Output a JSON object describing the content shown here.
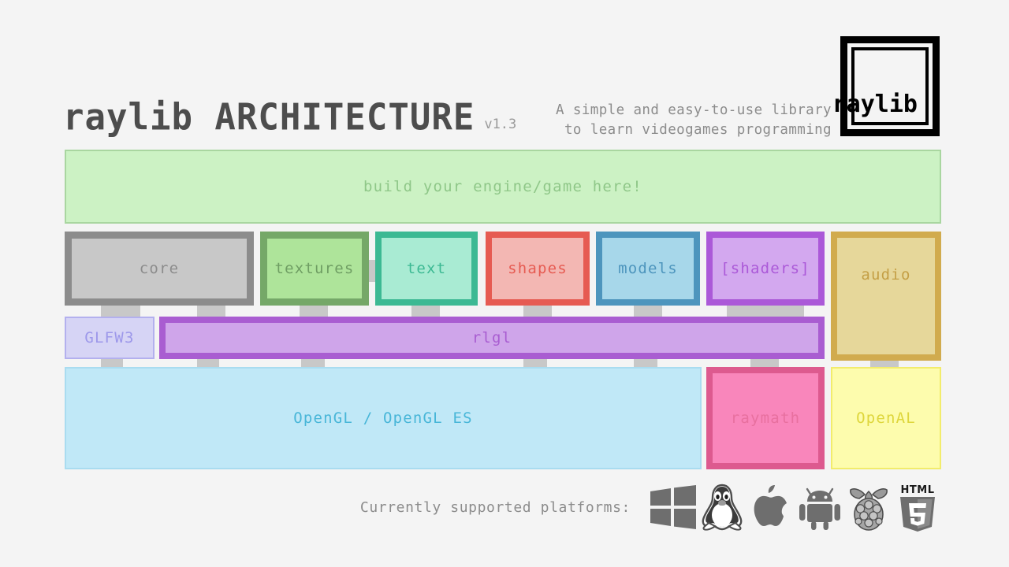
{
  "header": {
    "title": "raylib ARCHITECTURE",
    "version": "v1.3",
    "tagline_line1": "A simple and easy-to-use library",
    "tagline_line2": "to learn videogames programming",
    "logo_text": "raylib"
  },
  "user_layer": {
    "label": "build your engine/game here!",
    "fill": "#ccf2c4",
    "border": "#a9d6a0",
    "text_color": "#8fc788"
  },
  "modules": [
    {
      "name": "core",
      "label": "core",
      "fill": "#c8c8c8",
      "border": "#8c8c8c",
      "text_color": "#8c8c8c"
    },
    {
      "name": "textures",
      "label": "textures",
      "fill": "#aee49a",
      "border": "#75a868",
      "text_color": "#6f9e63"
    },
    {
      "name": "text",
      "label": "text",
      "fill": "#a9ebd3",
      "border": "#3cb993",
      "text_color": "#3cb993"
    },
    {
      "name": "shapes",
      "label": "shapes",
      "fill": "#f3b7b3",
      "border": "#e65b52",
      "text_color": "#e65b52"
    },
    {
      "name": "models",
      "label": "models",
      "fill": "#a7d7ea",
      "border": "#4d95bd",
      "text_color": "#4d95bd"
    },
    {
      "name": "shaders",
      "label": "[shaders]",
      "fill": "#d3a8ef",
      "border": "#ab59d8",
      "text_color": "#ab59d8"
    },
    {
      "name": "audio",
      "label": "audio",
      "fill": "#e6d79a",
      "border": "#d1ab4e",
      "text_color": "#c49f45"
    }
  ],
  "mid_layer": [
    {
      "name": "glfw3",
      "label": "GLFW3",
      "fill": "#d6d4f5",
      "border": "#b3b0ee",
      "text_color": "#9d98ea"
    },
    {
      "name": "rlgl",
      "label": "rlgl",
      "fill": "#cfa5ea",
      "border": "#a95dd1",
      "text_color": "#a95dd1"
    }
  ],
  "backend_layer": [
    {
      "name": "opengl",
      "label": "OpenGL / OpenGL ES",
      "fill": "#c0e8f7",
      "border": "#a9dcf0",
      "text_color": "#48b6d8"
    },
    {
      "name": "raymath",
      "label": "raymath",
      "fill": "#f986bb",
      "border": "#dd5a8f",
      "text_color": "#e8709f"
    },
    {
      "name": "openal",
      "label": "OpenAL",
      "fill": "#fdfcad",
      "border": "#f2ec6c",
      "text_color": "#ded63c"
    }
  ],
  "footer": {
    "label": "Currently supported platforms:",
    "platforms": [
      {
        "name": "windows-icon",
        "label": "Windows"
      },
      {
        "name": "linux-icon",
        "label": "Linux"
      },
      {
        "name": "apple-icon",
        "label": "macOS"
      },
      {
        "name": "android-icon",
        "label": "Android"
      },
      {
        "name": "raspberrypi-icon",
        "label": "Raspberry Pi"
      },
      {
        "name": "html5-icon",
        "label": "HTML5"
      }
    ],
    "html5_text": "HTML",
    "html5_digit": "5"
  },
  "colors": {
    "background": "#f4f4f4",
    "connector": "#c8c8c8",
    "title": "#4d4d4d",
    "muted": "#8c8c8c"
  }
}
